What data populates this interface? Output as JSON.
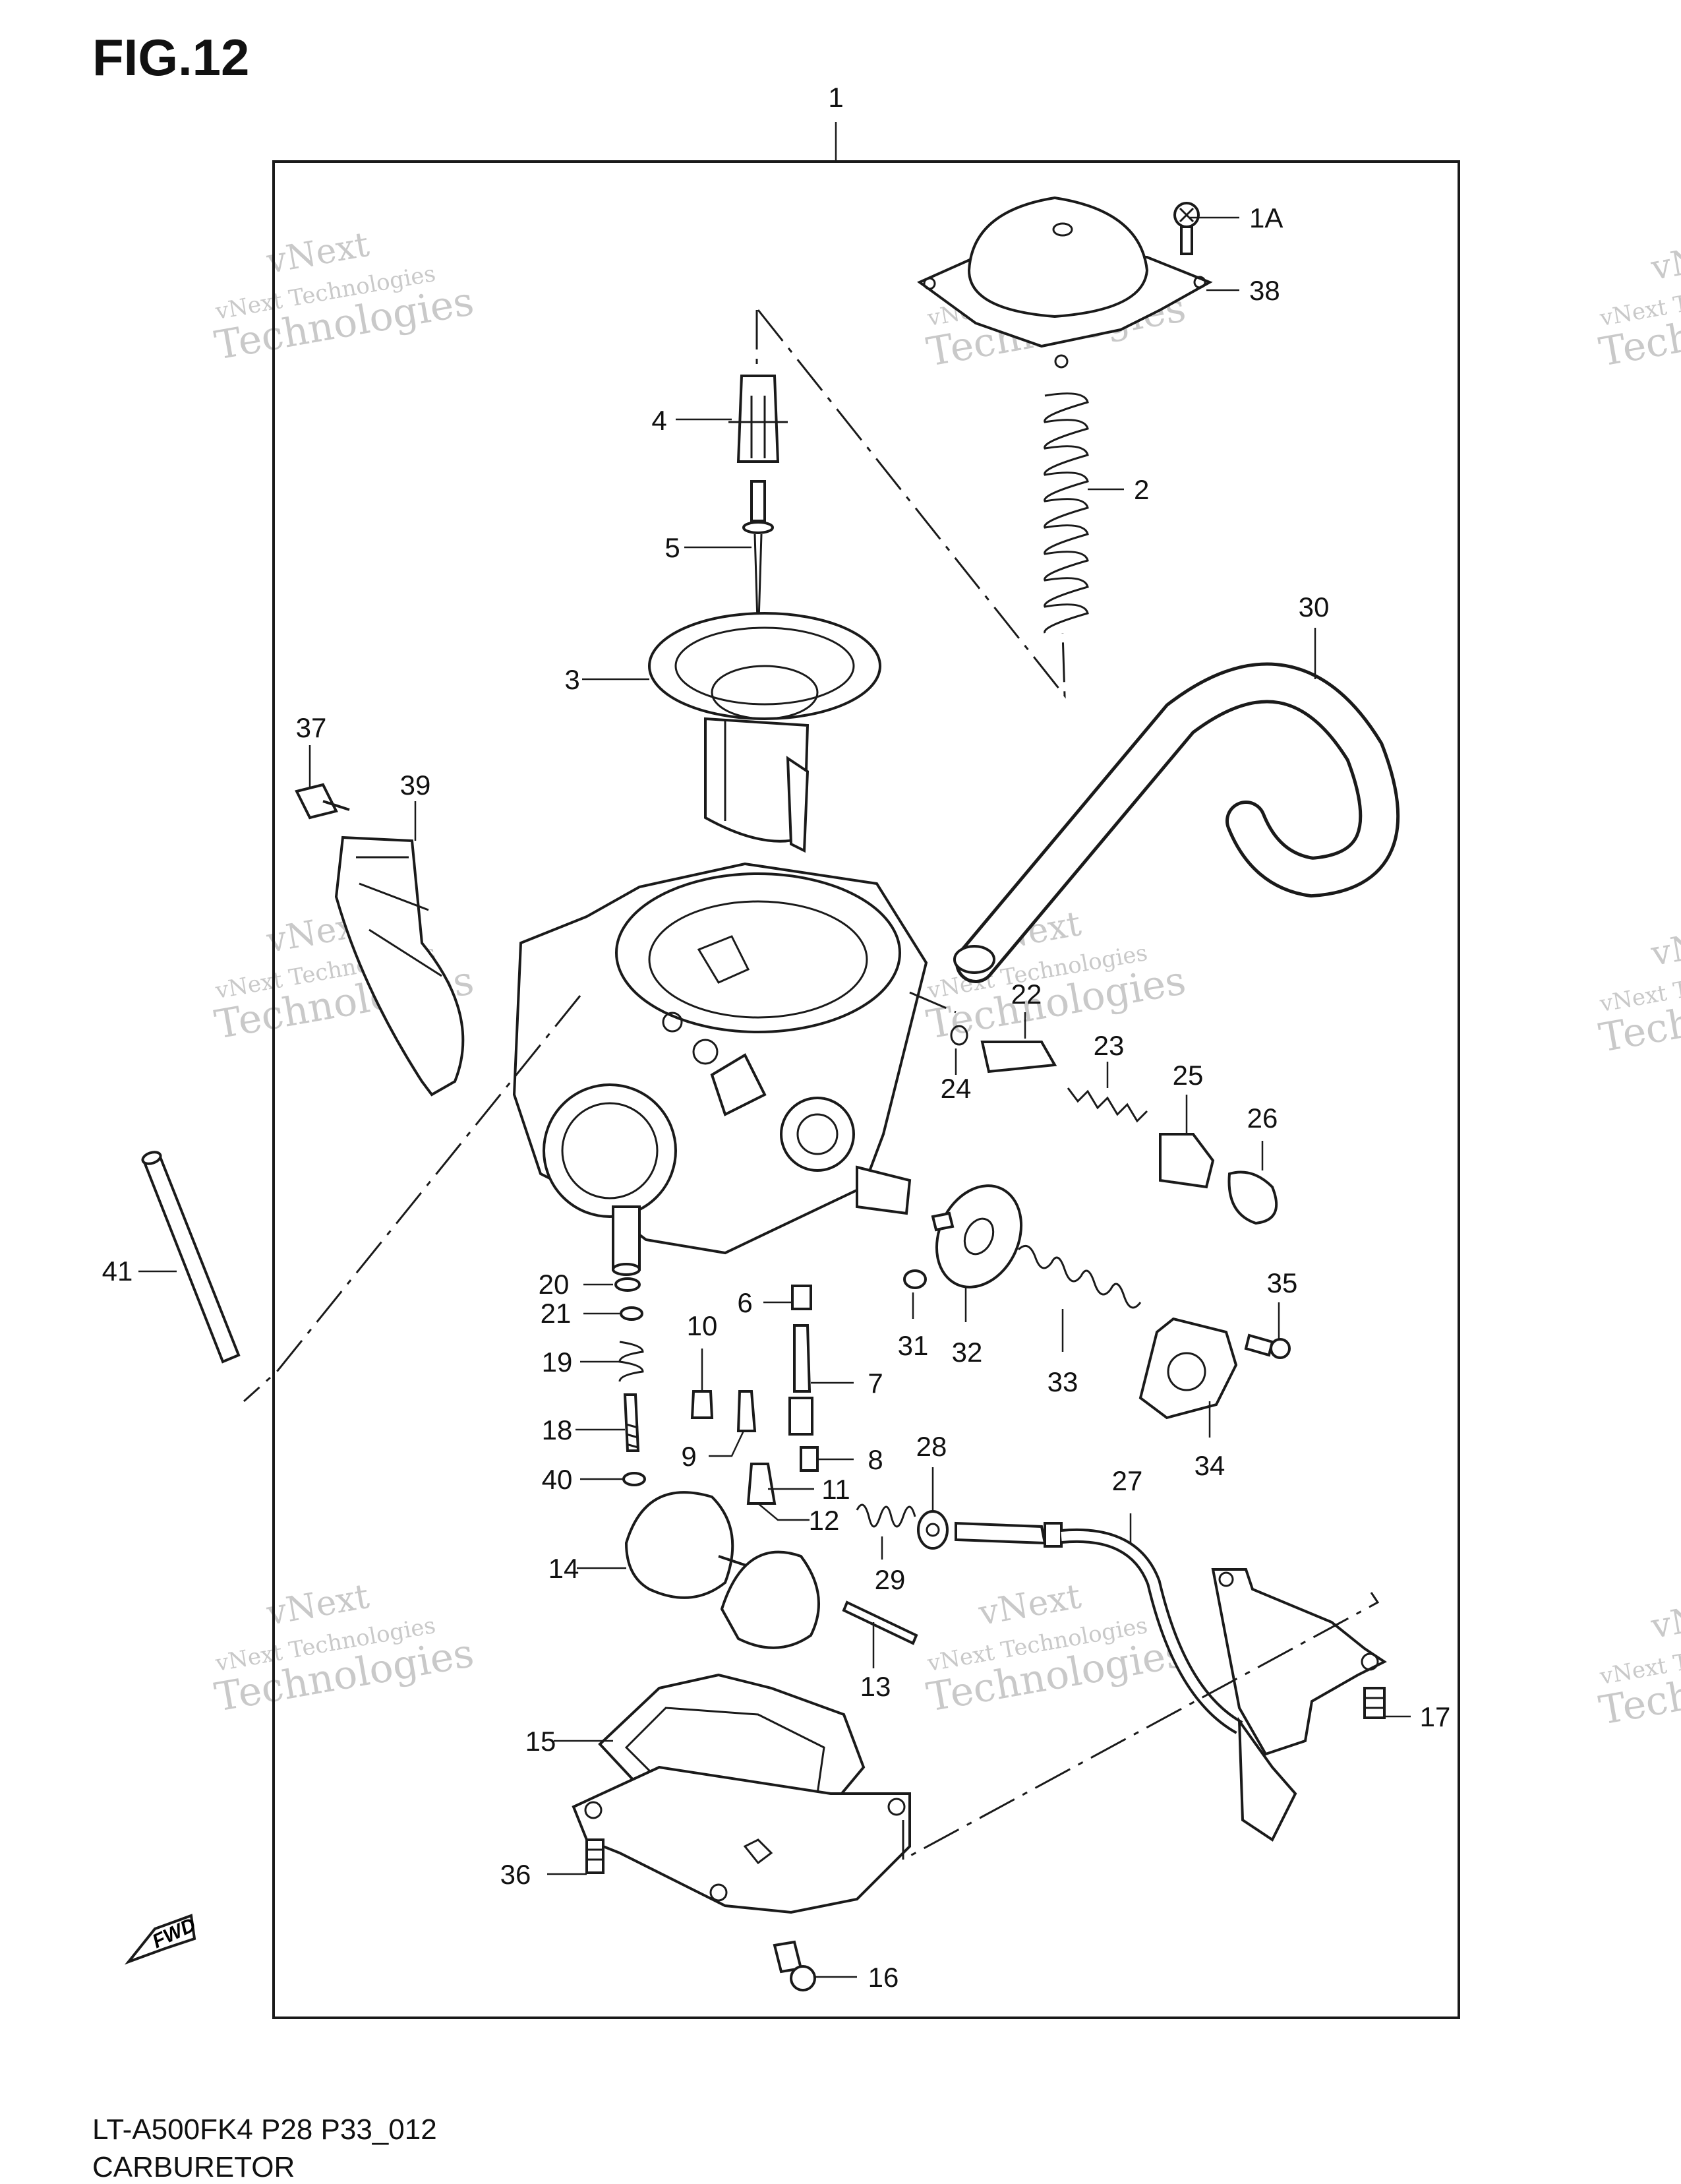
{
  "figure": {
    "title": "FIG.12",
    "model_code": "LT-A500FK4 P28 P33_012",
    "section_name": "CARBURETOR"
  },
  "watermark": {
    "line1": "vNext",
    "line2": "vNext Technologies",
    "line3": "Technologies"
  },
  "fwd_label": "FWD",
  "callouts": [
    "1",
    "1A",
    "38",
    "4",
    "2",
    "5",
    "30",
    "3",
    "37",
    "39",
    "22",
    "23",
    "24",
    "25",
    "26",
    "20",
    "35",
    "21",
    "6",
    "10",
    "31",
    "32",
    "19",
    "7",
    "33",
    "34",
    "18",
    "9",
    "8",
    "28",
    "40",
    "27",
    "11",
    "12",
    "41",
    "14",
    "29",
    "13",
    "15",
    "17",
    "36",
    "16"
  ]
}
